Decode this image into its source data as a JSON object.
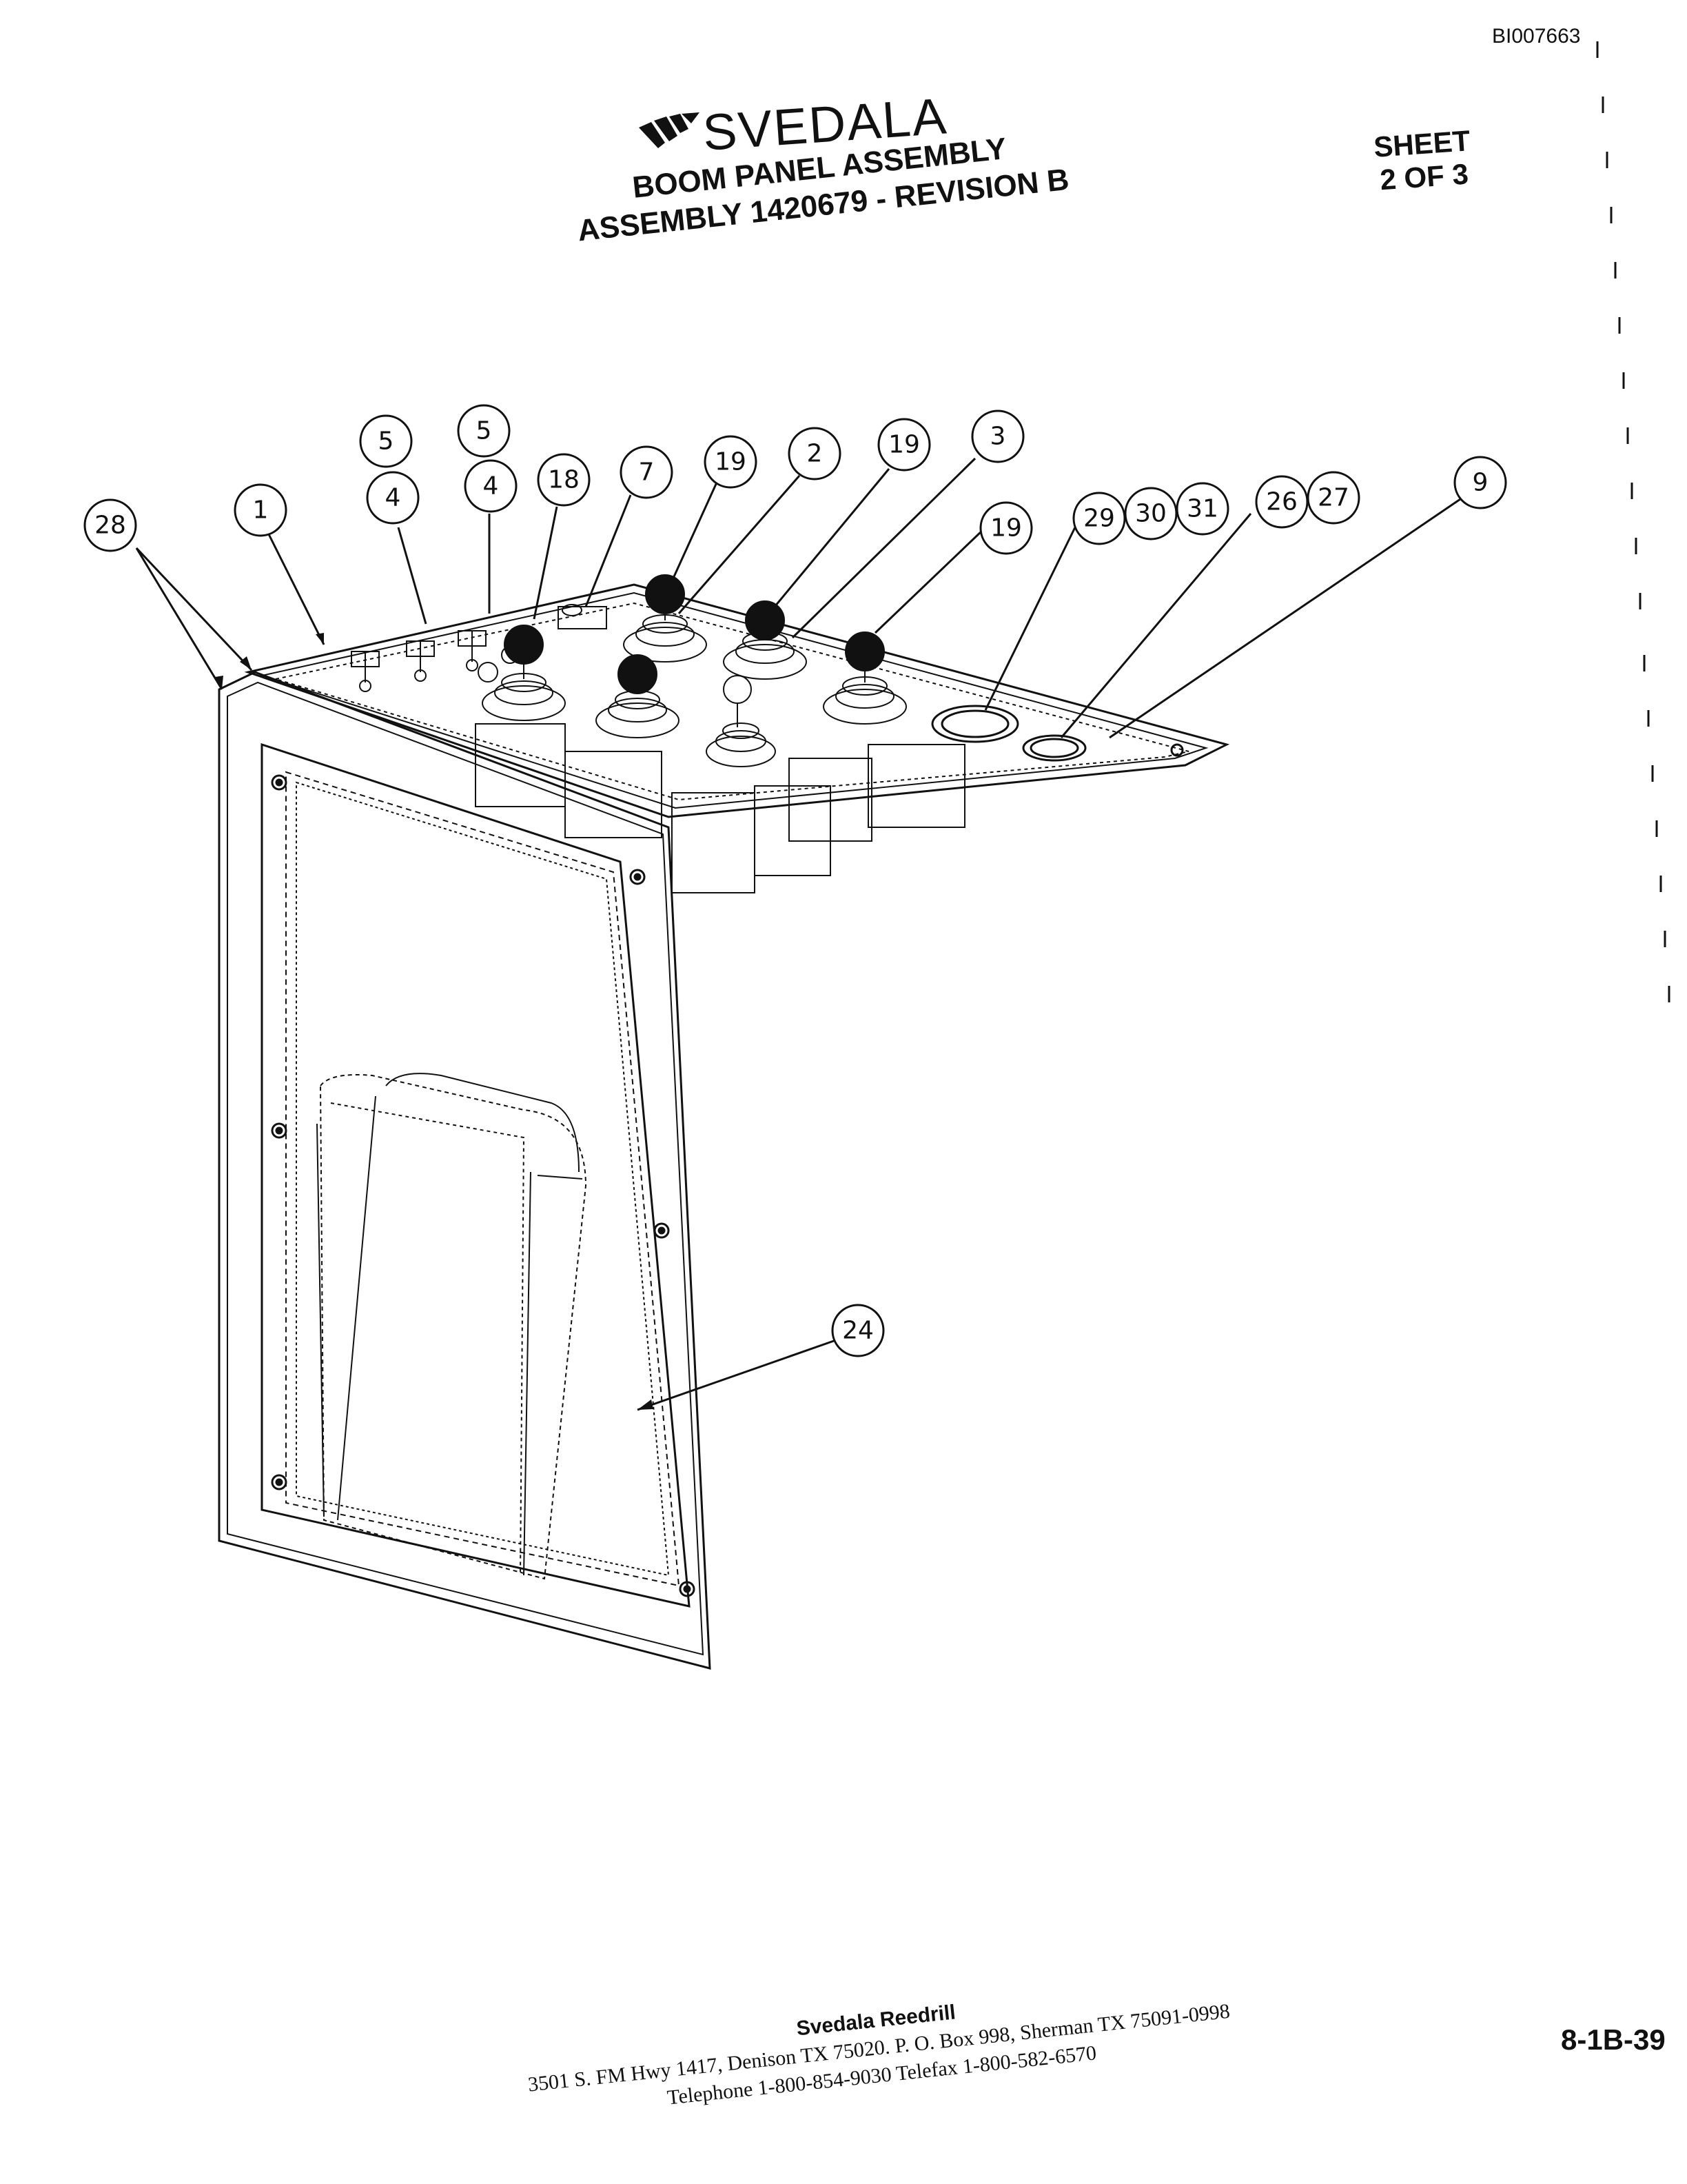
{
  "document": {
    "doc_id": "BI007663",
    "brand": "SVEDALA",
    "title_line1": "BOOM PANEL ASSEMBLY",
    "title_line2": "ASSEMBLY 1420679 - REVISION B",
    "sheet_line1": "SHEET",
    "sheet_line2": "2 OF 3",
    "page_number": "8-1B-39"
  },
  "footer": {
    "company": "Svedala Reedrill",
    "address": "3501 S. FM Hwy 1417, Denison TX  75020.   P. O. Box 998, Sherman TX  75091-0998",
    "phones": "Telephone 1-800-854-9030 Telefax 1-800-582-6570"
  },
  "callouts": [
    "28",
    "1",
    "5",
    "4",
    "5",
    "4",
    "18",
    "7",
    "19",
    "2",
    "19",
    "3",
    "19",
    "29",
    "30",
    "31",
    "26",
    "27",
    "9",
    "24"
  ],
  "colors": {
    "ink": "#111111",
    "paper": "#ffffff"
  },
  "icons": [
    "svedala-logo-icon"
  ]
}
